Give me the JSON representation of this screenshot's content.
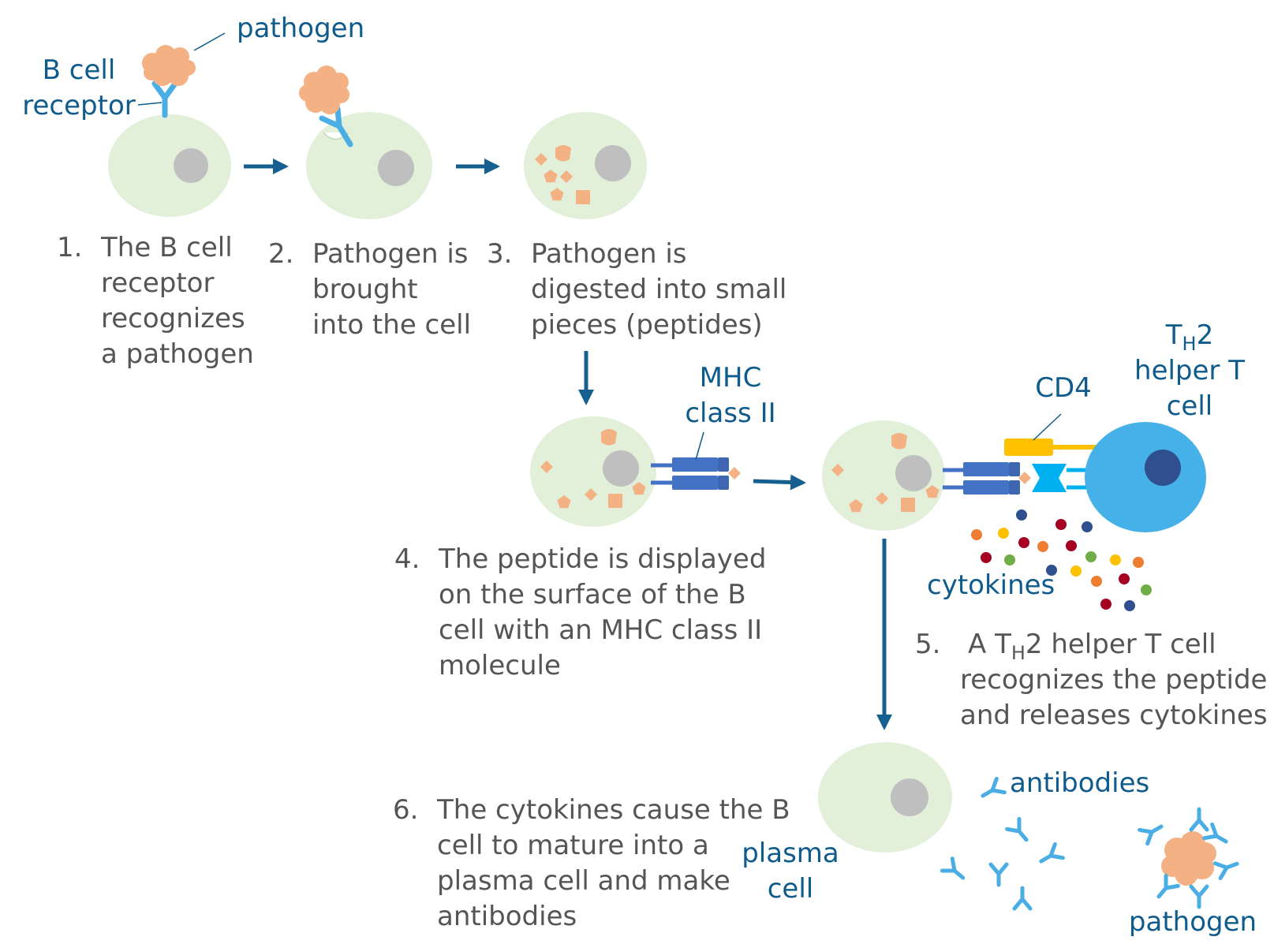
{
  "colors": {
    "cell": "#e2efd9",
    "nucleus": "#bfbfbf",
    "pathogen": "#f4b183",
    "receptor": "#4aaee5",
    "mhc": "#4472c4",
    "cd4": "#ffc000",
    "helper_cell": "#46b0e8",
    "helper_nucleus": "#2f4f8f",
    "arrow": "#15608f",
    "label_blue": "#0f5b8c",
    "text_gray": "#555555"
  },
  "labels": {
    "pathogen_top": "pathogen",
    "bcr_line1": "B cell",
    "bcr_line2": "receptor",
    "mhc_line1": "MHC",
    "mhc_line2": "class II",
    "cd4": "CD4",
    "th2_T": "T",
    "th2_sub": "H",
    "th2_rest": "2",
    "th2_line2": "helper T",
    "th2_line3": "cell",
    "cytokines": "cytokines",
    "antibodies": "antibodies",
    "plasma_line1": "plasma",
    "plasma_line2": "cell",
    "pathogen_bottom": "pathogen"
  },
  "steps": {
    "s1": {
      "num": "1.",
      "lines": [
        "The B cell",
        "receptor",
        "recognizes",
        "a pathogen"
      ]
    },
    "s2": {
      "num": "2.",
      "lines": [
        "Pathogen is",
        "brought",
        "into the cell"
      ]
    },
    "s3": {
      "num": "3.",
      "lines": [
        "Pathogen is",
        "digested into small",
        "pieces (peptides)"
      ]
    },
    "s4": {
      "num": "4.",
      "lines": [
        "The peptide is displayed",
        "on the surface of the B",
        "cell with an MHC class II",
        "molecule"
      ]
    },
    "s5": {
      "num": "5.",
      "line1_a": "A T",
      "line1_sub": "H",
      "line1_b": "2 helper T cell",
      "lines": [
        "recognizes the peptide",
        "and releases cytokines"
      ]
    },
    "s6": {
      "num": "6.",
      "lines": [
        "The cytokines cause the B",
        "cell to mature into a",
        "plasma cell and make",
        "antibodies"
      ]
    }
  }
}
